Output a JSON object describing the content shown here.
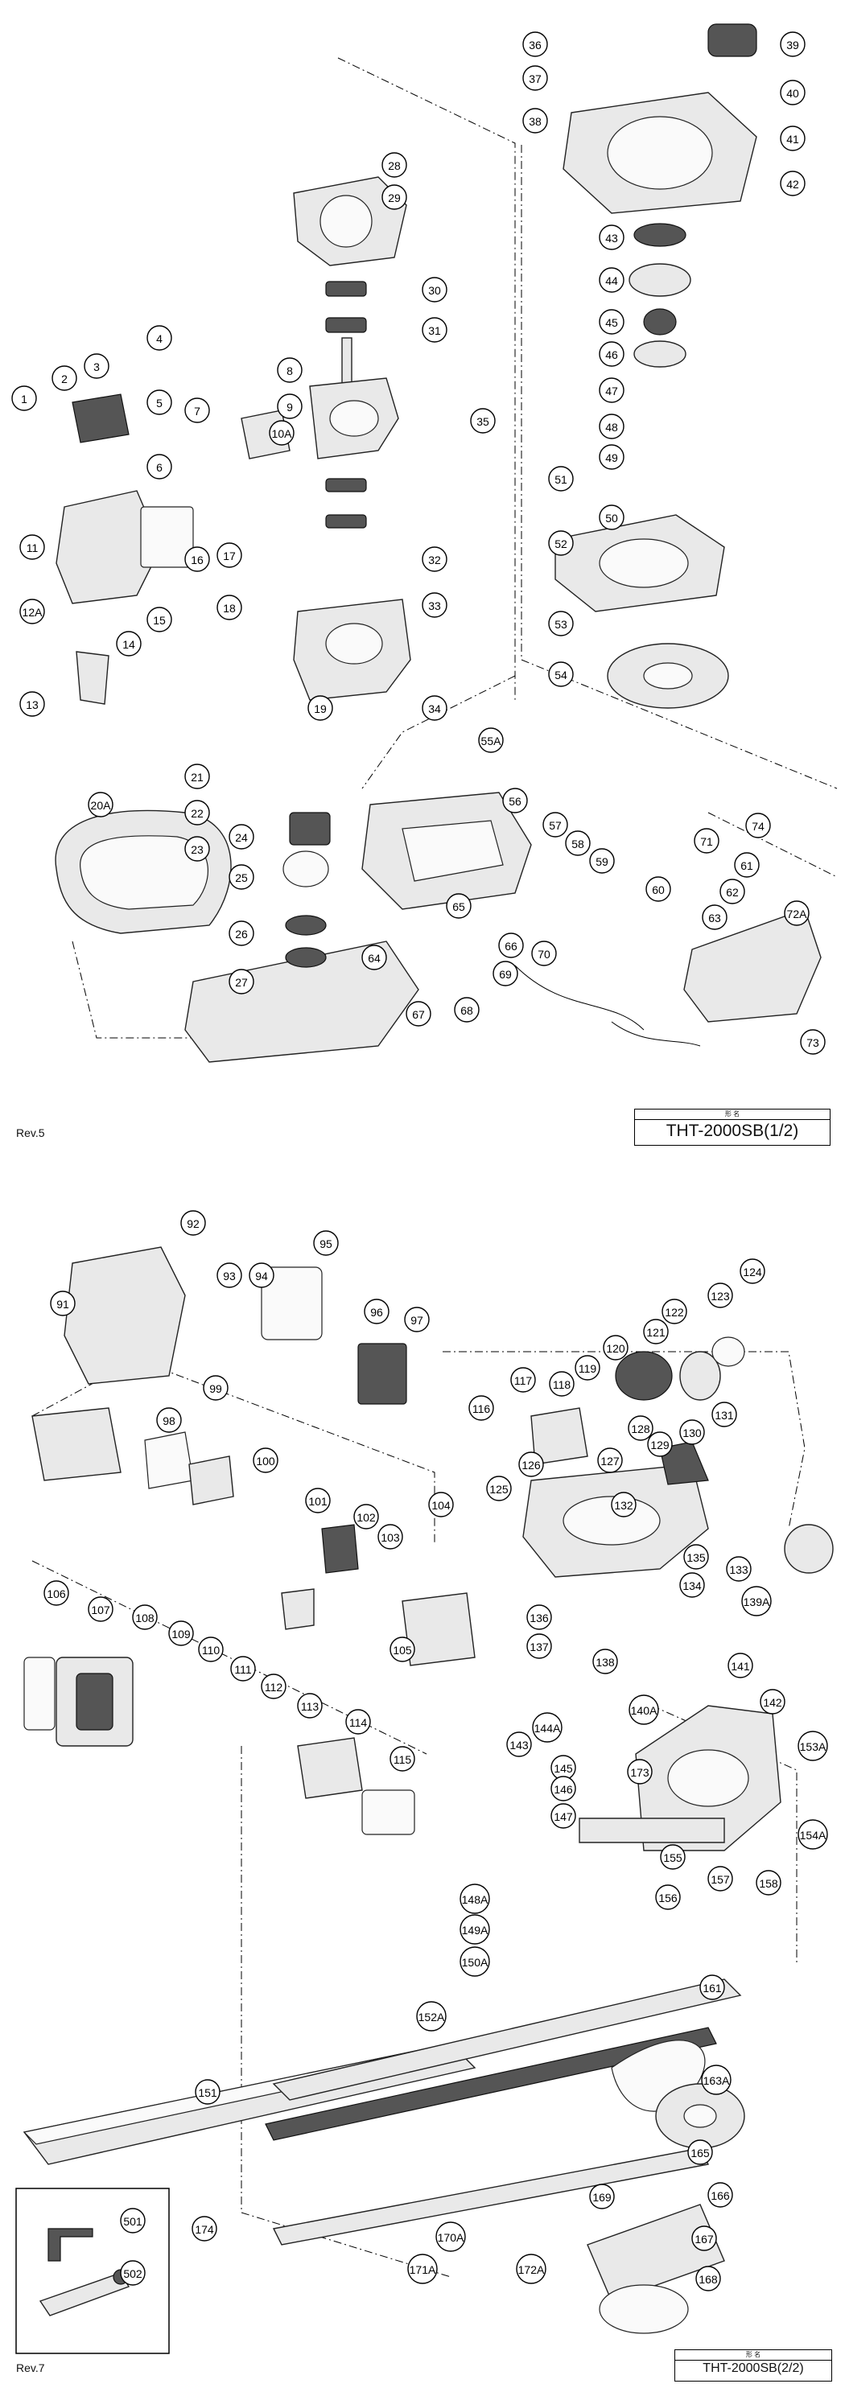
{
  "sheets": [
    {
      "rev": "Rev.5",
      "title_label": "形 名",
      "model": "THT-2000SB(1/2)",
      "callouts": [
        "1",
        "2",
        "3",
        "4",
        "5",
        "6",
        "7",
        "8",
        "9",
        "10A",
        "11",
        "12A",
        "13",
        "14",
        "15",
        "16",
        "17",
        "18",
        "19",
        "20A",
        "21",
        "22",
        "23",
        "24",
        "25",
        "26",
        "27",
        "28",
        "29",
        "30",
        "31",
        "32",
        "33",
        "34",
        "35",
        "36",
        "37",
        "38",
        "39",
        "40",
        "41",
        "42",
        "43",
        "44",
        "45",
        "46",
        "47",
        "48",
        "49",
        "50",
        "51",
        "52",
        "53",
        "54",
        "55A",
        "56",
        "57",
        "58",
        "59",
        "60",
        "61",
        "62",
        "63",
        "64",
        "65",
        "66",
        "67",
        "68",
        "69",
        "70",
        "71",
        "72A",
        "73",
        "74"
      ]
    },
    {
      "rev": "Rev.7",
      "title_label": "形 名",
      "model": "THT-2000SB(2/2)",
      "callouts": [
        "91",
        "92",
        "93",
        "94",
        "95",
        "96",
        "97",
        "98",
        "99",
        "100",
        "101",
        "102",
        "103",
        "104",
        "105",
        "106",
        "107",
        "108",
        "109",
        "110",
        "111",
        "112",
        "113",
        "114",
        "115",
        "116",
        "117",
        "118",
        "119",
        "120",
        "121",
        "122",
        "123",
        "124",
        "125",
        "126",
        "127",
        "128",
        "129",
        "130",
        "131",
        "132",
        "133",
        "134",
        "135",
        "136",
        "137",
        "138",
        "139A",
        "140A",
        "141",
        "142",
        "143",
        "144A",
        "145",
        "146",
        "147",
        "148A",
        "149A",
        "150A",
        "151",
        "152A",
        "153A",
        "154A",
        "155",
        "156",
        "157",
        "158",
        "161",
        "163A",
        "165",
        "166",
        "167",
        "168",
        "169",
        "170A",
        "171A",
        "172A",
        "173",
        "174",
        "501",
        "502"
      ]
    }
  ]
}
